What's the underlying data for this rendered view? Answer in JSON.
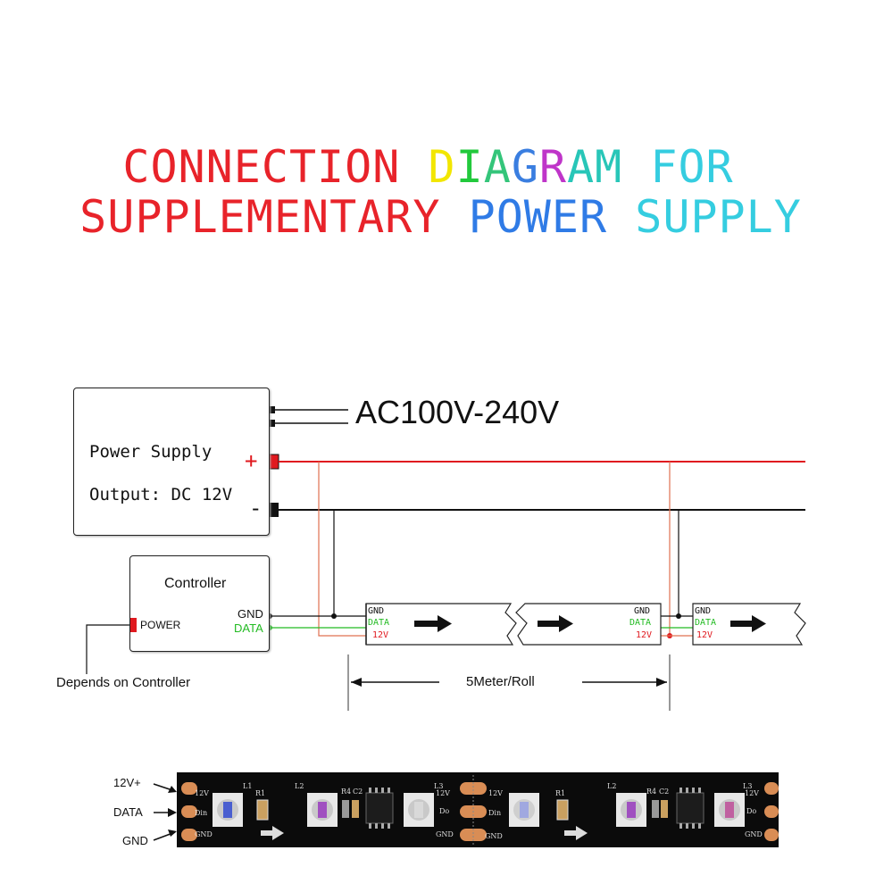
{
  "title": {
    "line1": [
      {
        "text": "CONNECTION ",
        "color": "#e8232a"
      },
      {
        "text": "D",
        "color": "#f2e600"
      },
      {
        "text": "I",
        "color": "#22c93c"
      },
      {
        "text": "A",
        "color": "#34c57a"
      },
      {
        "text": "G",
        "color": "#3a7ee0"
      },
      {
        "text": "R",
        "color": "#bf35c9"
      },
      {
        "text": "AM ",
        "color": "#28c6b8"
      },
      {
        "text": "FOR",
        "color": "#35cde0"
      }
    ],
    "line2": [
      {
        "text": "SUPPLEMENTARY ",
        "color": "#e8232a"
      },
      {
        "text": "POWER ",
        "color": "#2f7be6"
      },
      {
        "text": "SUPPLY",
        "color": "#35cde0"
      }
    ]
  },
  "power_supply": {
    "line1": "Power Supply",
    "line2": "Output: DC 12V",
    "plus": "+",
    "minus": "-",
    "ac_label": "AC100V-240V"
  },
  "controller": {
    "title": "Controller",
    "power": "POWER",
    "gnd": "GND",
    "data": "DATA",
    "note": "Depends on Controller"
  },
  "strip_pads": {
    "gnd": "GND",
    "data": "DATA",
    "v12": "12V"
  },
  "roll_length": "5Meter/Roll",
  "photo": {
    "label_12v": "12V+",
    "label_data": "DATA",
    "label_gnd": "GND",
    "pcb_text": [
      "12V",
      "Din",
      "GND",
      "L1",
      "R1",
      "L2",
      "R4",
      "C2",
      "L3",
      "12V",
      "Do",
      "GND",
      "12V",
      "Din",
      "GND",
      "R1",
      "L2",
      "R4",
      "C2",
      "L3",
      "12V",
      "Do",
      "GND"
    ]
  },
  "colors": {
    "red_wire": "#e0191f",
    "black_wire": "#111111",
    "data_green": "#22bb22",
    "orange_wire": "#e07050"
  }
}
